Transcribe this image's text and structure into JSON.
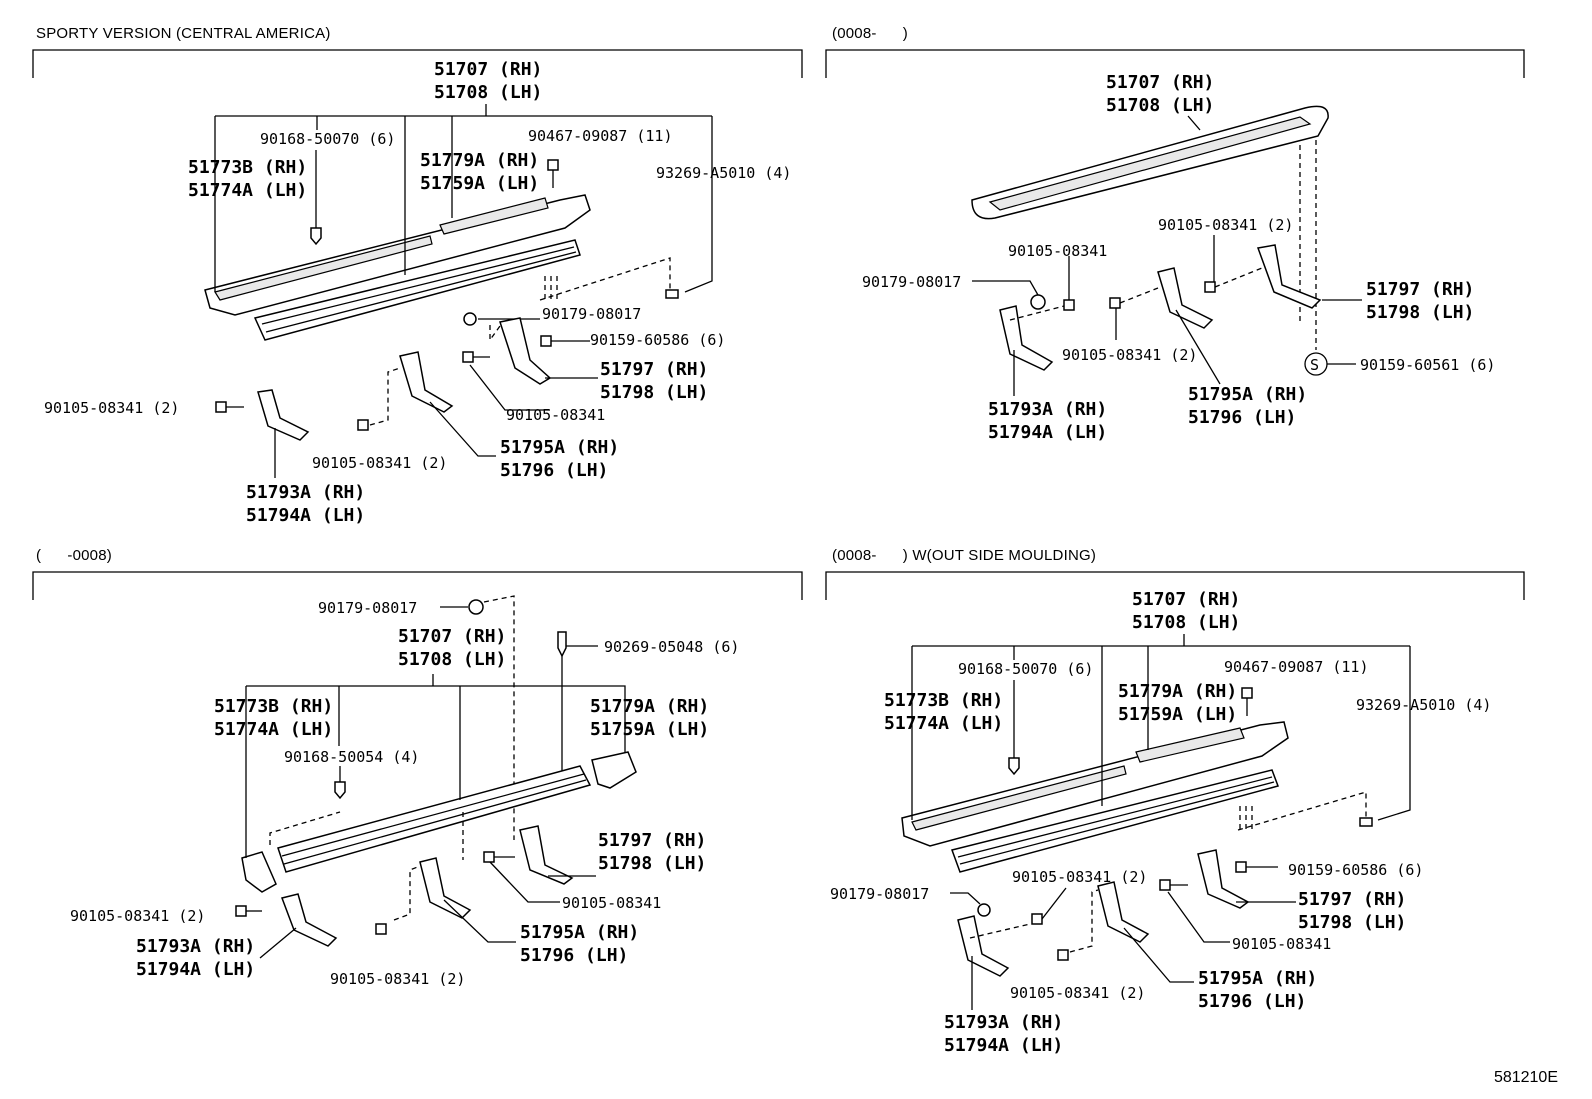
{
  "panels": [
    {
      "title": "SPORTY VERSION (CENTRAL AMERICA)",
      "labels": {
        "main1": "51707 (RH)",
        "main2": "51708 (LH)",
        "a1": "51773B (RH)",
        "a2": "51774A (LH)",
        "b": "90168-50070 (6)",
        "c1": "51779A (RH)",
        "c2": "51759A (LH)",
        "d": "90467-09087 (11)",
        "e": "93269-A5010 (4)",
        "f": "90179-08017",
        "g": "90159-60586 (6)",
        "h1": "51797 (RH)",
        "h2": "51798 (LH)",
        "i": "90105-08341 (2)",
        "j": "90105-08341",
        "k": "90105-08341 (2)",
        "l1": "51795A (RH)",
        "l2": "51796 (LH)",
        "m1": "51793A (RH)",
        "m2": "51794A (LH)"
      }
    },
    {
      "title": "(0008-      )",
      "labels": {
        "main1": "51707 (RH)",
        "main2": "51708 (LH)",
        "a": "90105-08341 (2)",
        "b": "90105-08341",
        "c": "90179-08017",
        "d1": "51797 (RH)",
        "d2": "51798 (LH)",
        "e": "90159-60561 (6)",
        "s": "S",
        "f": "90105-08341 (2)",
        "g1": "51795A (RH)",
        "g2": "51796 (LH)",
        "h1": "51793A (RH)",
        "h2": "51794A (LH)"
      }
    },
    {
      "title": "(      -0008)",
      "labels": {
        "a": "90179-08017",
        "b": "90269-05048 (6)",
        "main1": "51707 (RH)",
        "main2": "51708 (LH)",
        "c1": "51773B (RH)",
        "c2": "51774A (LH)",
        "d1": "51779A (RH)",
        "d2": "51759A (LH)",
        "e": "90168-50054 (4)",
        "f1": "51797 (RH)",
        "f2": "51798 (LH)",
        "g": "90105-08341",
        "h": "90105-08341 (2)",
        "i1": "51793A (RH)",
        "i2": "51794A (LH)",
        "j": "90105-08341 (2)",
        "k1": "51795A (RH)",
        "k2": "51796 (LH)"
      }
    },
    {
      "title": "(0008-      ) W(OUT SIDE MOULDING)",
      "labels": {
        "main1": "51707 (RH)",
        "main2": "51708 (LH)",
        "a1": "51773B (RH)",
        "a2": "51774A (LH)",
        "b": "90168-50070 (6)",
        "c1": "51779A (RH)",
        "c2": "51759A (LH)",
        "d": "90467-09087 (11)",
        "e": "93269-A5010 (4)",
        "f": "90159-60586 (6)",
        "g1": "51797 (RH)",
        "g2": "51798 (LH)",
        "h": "90179-08017",
        "i": "90105-08341 (2)",
        "j": "90105-08341",
        "k": "90105-08341 (2)",
        "l1": "51795A (RH)",
        "l2": "51796 (LH)",
        "m1": "51793A (RH)",
        "m2": "51794A (LH)"
      }
    }
  ],
  "figure_code": "581210E"
}
